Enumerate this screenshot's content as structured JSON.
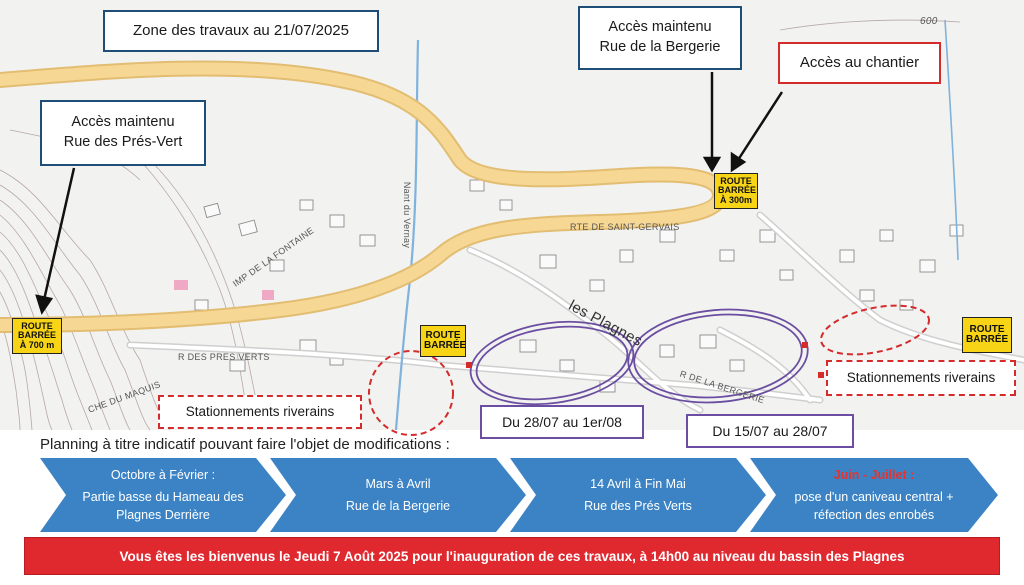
{
  "callouts": {
    "zone": "Zone des travaux au 21/07/2025",
    "acces_bergerie": [
      "Accès maintenu",
      "Rue de la Bergerie"
    ],
    "acces_chantier": "Accès au chantier",
    "acces_pres_vert": [
      "Accès maintenu",
      "Rue des Prés-Vert"
    ],
    "stationnement_left": "Stationnements riverains",
    "stationnement_right": "Stationnements riverains",
    "periode_1": "Du 28/07 au 1er/08",
    "periode_2": "Du 15/07 au 28/07"
  },
  "signs": {
    "sign_300": [
      "ROUTE",
      "BARRÉE",
      "À 300m"
    ],
    "sign_700": [
      "ROUTE",
      "BARRÉE",
      "À 700 m"
    ],
    "sign_center": [
      "ROUTE",
      "BARRÉE"
    ],
    "sign_right": [
      "ROUTE",
      "BARRÉE"
    ]
  },
  "map_labels": {
    "rte_saint_gervais": "RTE DE SAINT-GERVAIS",
    "nant_vernay": "Nant du Vernay",
    "les_plagnes": "les Plagnes",
    "rue_bergerie": "R DE LA BERGERIE",
    "rue_pres_verts": "R DES PRES VERTS",
    "imp_fontaine": "IMP DE LA FONTAINE",
    "che_maquis": "CHE DU MAQUIS",
    "altitude": "600"
  },
  "planning": {
    "title": "Planning à titre indicatif pouvant faire l'objet de modifications :",
    "phases": [
      {
        "period": "Octobre à Février :",
        "desc": "Partie basse du Hameau des Plagnes Derrière"
      },
      {
        "period": "Mars à Avril",
        "desc": "Rue de la Bergerie"
      },
      {
        "period": "14 Avril à Fin Mai",
        "desc": "Rue des Prés Verts"
      },
      {
        "period": "Juin - Juillet :",
        "desc": "pose d'un caniveau central + réfection des enrobés"
      }
    ]
  },
  "banner": "Vous êtes les bienvenus le Jeudi 7 Août 2025 pour l'inauguration de ces travaux, à 14h00 au niveau du bassin des Plagnes",
  "colors": {
    "road": "#f3d08a",
    "arrow": "#2f7fc1",
    "banner": "#e0282f",
    "sign": "#f7d416",
    "blue_box": "#1e4d78",
    "purple": "#6b4ea1"
  }
}
